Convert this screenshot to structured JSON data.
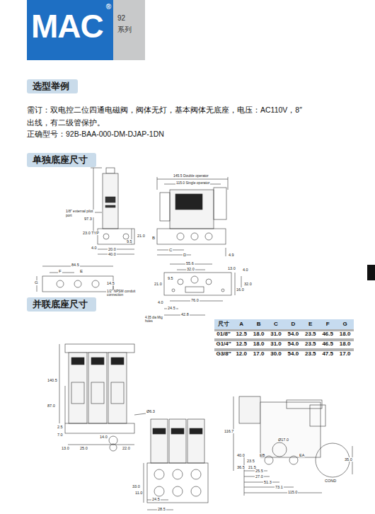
{
  "diagram": {
    "nodes": [
      {
        "text": [
          "MAC",
          "®"
        ]
      },
      {
        "text": [
          "92",
          "系列"
        ]
      },
      {
        "text": [
          "选型举例"
        ]
      },
      {
        "text": [
          "单独底座尺寸"
        ]
      },
      {
        "text": [
          "并联底座尺寸"
        ]
      }
    ],
    "labels": [
      "需订：双电控二位四通电磁阀，阀体无灯，基本阀体无底座，电压：AC110V，8″ 出线，有二级管保护。",
      "正确型号：92B-BAA-000-DM-DJAP-1DN",
      "1/8\" external pilot port",
      "97.3",
      "23.0 TYP",
      "21.0",
      "4.0",
      "9.5",
      "20.0",
      "40.0",
      "145.5 Double operator",
      "115.0 Single operator",
      "B",
      "C",
      "D",
      "4.9",
      "84.5",
      "F",
      "E",
      "G",
      "14.5",
      "1/2\" NPSM conduit connection",
      "55.6",
      "32.0",
      "9.5",
      "21.0",
      "13.0",
      "4.0",
      "16.0",
      "32.0",
      "76.0",
      "24.5",
      "4.0",
      "42.8",
      "4.35 dia Mtg holes",
      "尺寸",
      "A",
      "B",
      "C",
      "D",
      "E",
      "F",
      "G",
      "01/8″",
      "12.5",
      "18.0",
      "31.0",
      "54.0",
      "23.5",
      "46.5",
      "18.0",
      "G1/4″",
      "12.5",
      "18.0",
      "31.0",
      "54.0",
      "23.5",
      "46.5",
      "18.0",
      "G3/8″",
      "12.0",
      "17.0",
      "30.0",
      "54.0",
      "23.5",
      "47.5",
      "17.0",
      "140.5",
      "87.0",
      "2.5",
      "7.0",
      "13.0",
      "25.0",
      "14.0",
      "22.0",
      "Ø6.3",
      "33.0",
      "11.0",
      "24.5",
      "28.5",
      "116.7",
      "Ø17.0",
      "EB",
      "EA",
      "40.0",
      "23.5",
      "36.5",
      "21.5",
      "25.5",
      "27.0",
      "51.3",
      "73.1",
      "115.0",
      "35.0",
      "COND"
    ]
  }
}
